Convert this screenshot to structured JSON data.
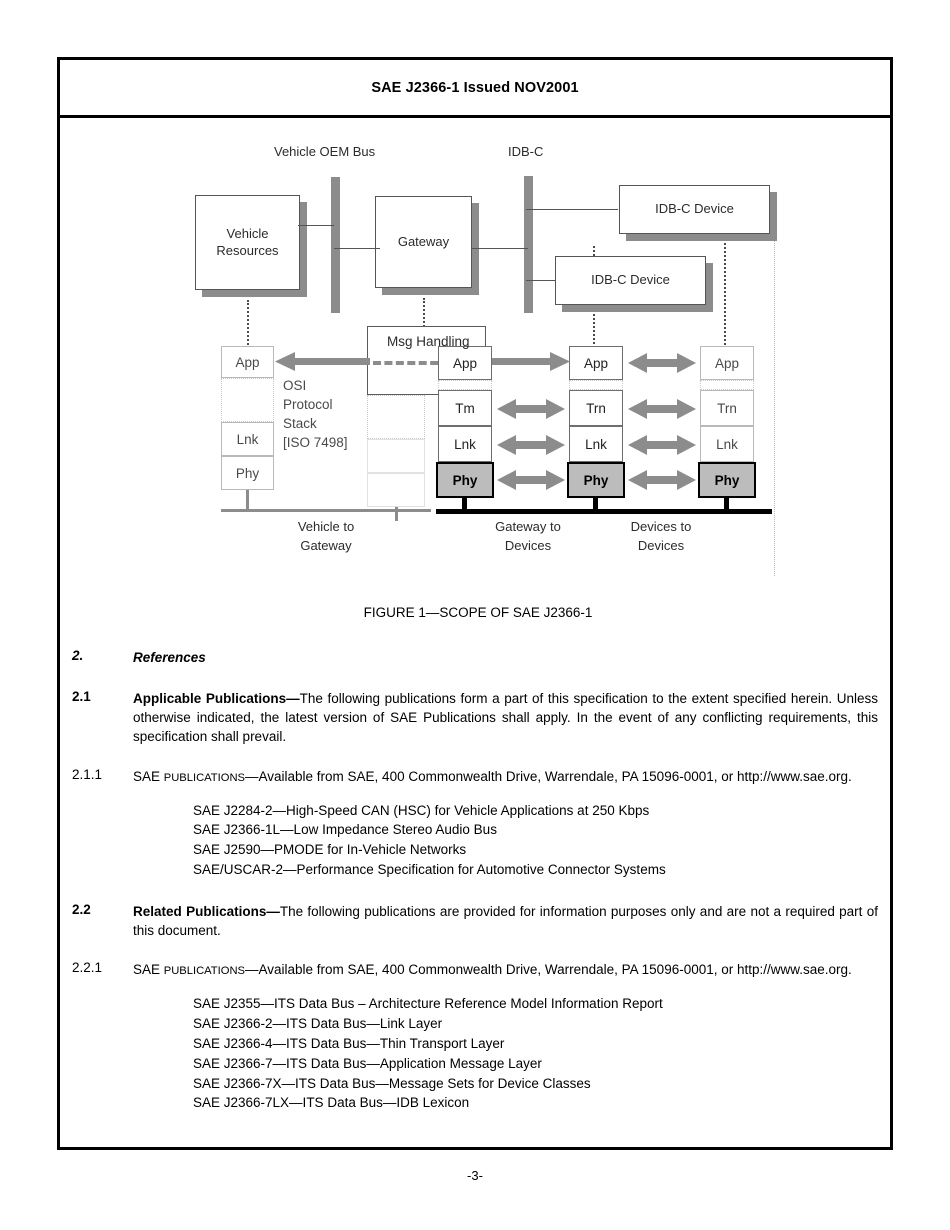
{
  "header": {
    "title": "SAE J2366-1 Issued NOV2001"
  },
  "figure": {
    "caption": "FIGURE 1—SCOPE OF SAE J2366-1",
    "bus_labels": {
      "oem": "Vehicle OEM Bus",
      "idbc": "IDB-C"
    },
    "boxes": {
      "vehicle_resources_line1": "Vehicle",
      "vehicle_resources_line2": "Resources",
      "gateway": "Gateway",
      "idbc_device_top": "IDB-C Device",
      "idbc_device_bottom": "IDB-C Device"
    },
    "msg_handling": "Msg Handling",
    "osi_note_lines": [
      "OSI",
      "Protocol",
      "Stack",
      "[ISO 7498]"
    ],
    "layers": {
      "app": "App",
      "trn_gateway": "Tm",
      "trn": "Trn",
      "lnk": "Lnk",
      "phy": "Phy"
    },
    "stacks": {
      "vehicle": {
        "app": "App",
        "lnk": "Lnk",
        "phy": "Phy"
      },
      "gateway": {
        "app": "App",
        "trn": "Tm",
        "lnk": "Lnk",
        "phy": "Phy"
      },
      "device1": {
        "app": "App",
        "trn": "Trn",
        "lnk": "Lnk",
        "phy": "Phy"
      },
      "device2": {
        "app": "App",
        "trn": "Trn",
        "lnk": "Lnk",
        "phy": "Phy"
      }
    },
    "rail_labels": {
      "vehicle_to_gateway_l1": "Vehicle to",
      "vehicle_to_gateway_l2": "Gateway",
      "gateway_to_devices_l1": "Gateway to",
      "gateway_to_devices_l2": "Devices",
      "devices_to_devices_l1": "Devices to",
      "devices_to_devices_l2": "Devices"
    }
  },
  "sections": {
    "references": {
      "number": "2.",
      "title": "References"
    },
    "applicable": {
      "number": "2.1",
      "lead": "Applicable Publications—",
      "text": "The following publications form a part of this specification to the extent specified herein.  Unless otherwise indicated, the latest version of SAE Publications shall apply.  In the event of any conflicting requirements, this specification shall prevail."
    },
    "sae_pubs_1": {
      "number": "2.1.1",
      "prefix": "SAE ",
      "smallcaps": "PUBLICATIONS",
      "text": "—Available from SAE, 400 Commonwealth Drive, Warrendale, PA 15096-0001, or http://www.sae.org.",
      "items": [
        "SAE J2284-2—High-Speed CAN (HSC) for Vehicle Applications at 250 Kbps",
        "SAE J2366-1L—Low Impedance Stereo Audio Bus",
        "SAE J2590—PMODE for In-Vehicle Networks",
        "SAE/USCAR-2—Performance Specification for Automotive Connector Systems"
      ]
    },
    "related": {
      "number": "2.2",
      "lead": "Related Publications—",
      "text": "The following publications are provided for information purposes only and are not a required part of this document."
    },
    "sae_pubs_2": {
      "number": "2.2.1",
      "prefix": "SAE ",
      "smallcaps": "PUBLICATIONS",
      "text": "—Available from SAE, 400 Commonwealth Drive, Warrendale, PA 15096-0001, or http://www.sae.org.",
      "items": [
        "SAE J2355—ITS Data Bus – Architecture Reference Model Information Report",
        "SAE J2366-2—ITS Data Bus—Link Layer",
        "SAE J2366-4—ITS Data Bus—Thin Transport Layer",
        "SAE J2366-7—ITS Data Bus—Application Message Layer",
        "SAE J2366-7X—ITS Data Bus—Message Sets for Device Classes",
        "SAE J2366-7LX—ITS Data Bus—IDB Lexicon"
      ]
    }
  },
  "footer": {
    "page_number": "-3-"
  }
}
